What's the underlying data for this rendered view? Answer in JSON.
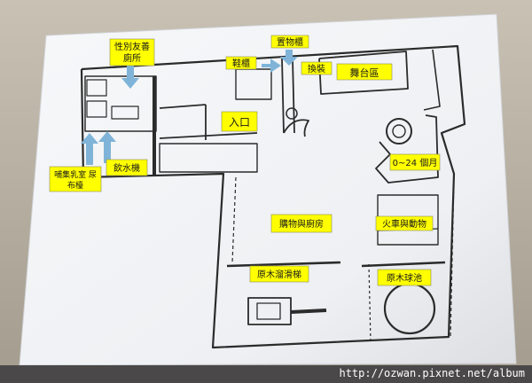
{
  "labels": {
    "restroom": [
      "性別友善",
      "廁所"
    ],
    "shoe_cabinet": "鞋櫃",
    "locker": "置物櫃",
    "changing": "換裝",
    "stage": "舞台區",
    "entrance": "入口",
    "nursing": [
      "哺集乳室 尿",
      "布檯"
    ],
    "water": "飲水機",
    "infant_zone": "0~24 個月",
    "shop_kitchen": "購物與廚房",
    "train_animals": "火車與動物",
    "slide": "原木溜滑梯",
    "ball_pool": "原木球池"
  },
  "footer": {
    "url": "http://ozwan.pixnet.net/album"
  },
  "colors": {
    "label_fill": "#ffff00",
    "paper": "#f3f4f6",
    "wall": "#2b2b2b"
  }
}
